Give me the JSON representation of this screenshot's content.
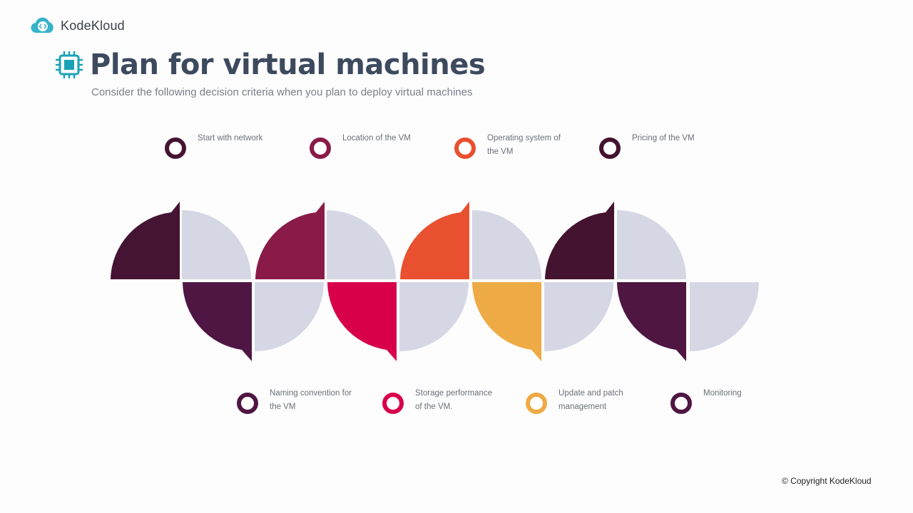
{
  "brand": {
    "name": "KodeKloud"
  },
  "header": {
    "title": "Plan for virtual machines",
    "subtitle": "Consider the following decision criteria when you plan to deploy virtual machines",
    "icon": "chip-icon"
  },
  "criteria_top": [
    {
      "label": "Start with network",
      "color": "#451433"
    },
    {
      "label": "Location of the VM",
      "color": "#8a1a47"
    },
    {
      "label": "Operating system of the VM",
      "color": "#e8502f"
    },
    {
      "label": "Pricing of the VM",
      "color": "#44132f"
    }
  ],
  "criteria_bottom": [
    {
      "label": "Naming convention for the VM",
      "color": "#501643"
    },
    {
      "label": "Storage performance of the VM.",
      "color": "#d9004a"
    },
    {
      "label": "Update and patch management",
      "color": "#eeaa44"
    },
    {
      "label": "Monitoring",
      "color": "#4f1642"
    }
  ],
  "colors": {
    "gray_tile": "#d5d8e4",
    "accent": "#1aa3b8",
    "title": "#3d4a5e"
  },
  "footer": {
    "copyright": "© Copyright KodeKloud"
  }
}
